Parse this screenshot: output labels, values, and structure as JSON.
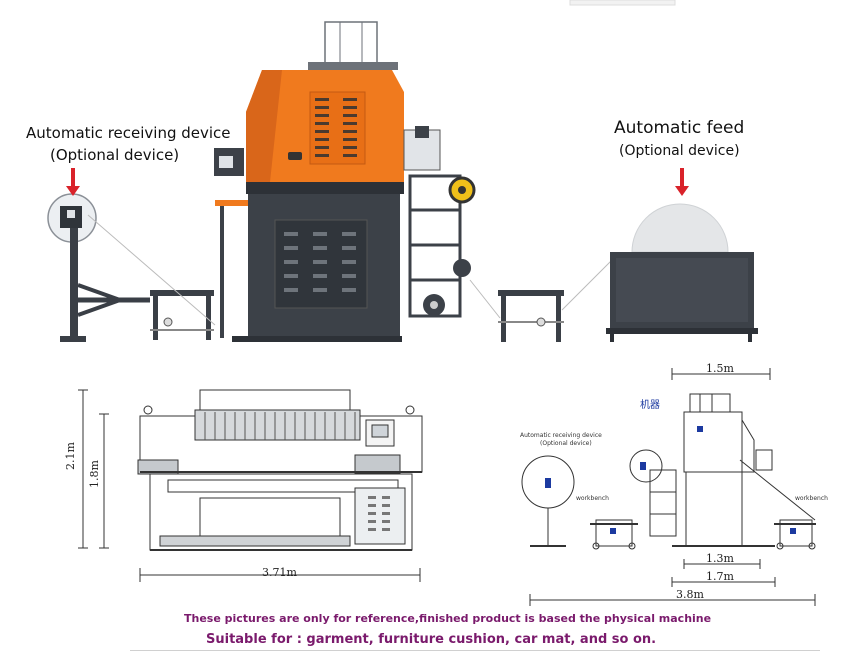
{
  "top_diagram": {
    "left_label_line1": "Automatic receiving device",
    "left_label_line2": "(Optional device)",
    "right_label_line1": "Automatic feed",
    "right_label_line2": "(Optional device)"
  },
  "front_view": {
    "height_outer": "2.1m",
    "height_inner": "1.8m",
    "width": "3.71m"
  },
  "side_view": {
    "top_width": "1.5m",
    "cn_label": "机器",
    "recv_line1": "Automatic receiving device",
    "recv_line2": "(Optional device)",
    "workbench_left": "workbench",
    "workbench_right": "workbench",
    "dim_13": "1.3m",
    "dim_17": "1.7m",
    "dim_38": "3.8m"
  },
  "footer": {
    "note": "These pictures are only for reference,finished product is based the physical machine",
    "suitable": "Suitable for : garment, furniture cushion, car mat, and so on."
  },
  "colors": {
    "machine_orange": "#f07a1e",
    "machine_dark": "#3c4148",
    "arrow_red": "#d9222a",
    "text_purple": "#7a1a6c"
  }
}
